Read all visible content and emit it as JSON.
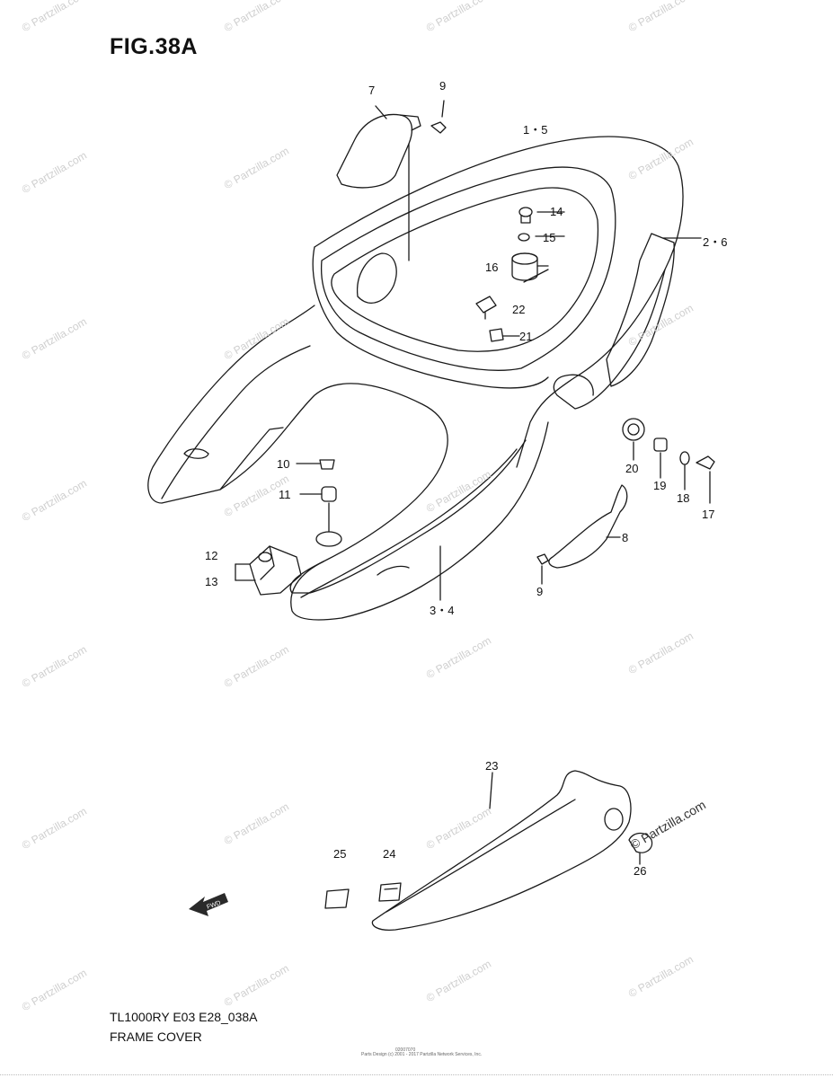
{
  "figure": {
    "title": "FIG.38A",
    "model_code": "TL1000RY E03 E28_038A",
    "section_name": "FRAME COVER",
    "fine_print_1": "Parts Design (c) 2001 - 2017 Partzilla Network Services, Inc.",
    "fine_print_2": "02007070"
  },
  "callouts": [
    {
      "id": "7",
      "label": "7"
    },
    {
      "id": "9a",
      "label": "9"
    },
    {
      "id": "1-5",
      "label": "1・5"
    },
    {
      "id": "14",
      "label": "14"
    },
    {
      "id": "15",
      "label": "15"
    },
    {
      "id": "2-6",
      "label": "2・6"
    },
    {
      "id": "16",
      "label": "16"
    },
    {
      "id": "22",
      "label": "22"
    },
    {
      "id": "21",
      "label": "21"
    },
    {
      "id": "10",
      "label": "10"
    },
    {
      "id": "11",
      "label": "11"
    },
    {
      "id": "20",
      "label": "20"
    },
    {
      "id": "19",
      "label": "19"
    },
    {
      "id": "18",
      "label": "18"
    },
    {
      "id": "17",
      "label": "17"
    },
    {
      "id": "8",
      "label": "8"
    },
    {
      "id": "12",
      "label": "12"
    },
    {
      "id": "13",
      "label": "13"
    },
    {
      "id": "9b",
      "label": "9"
    },
    {
      "id": "3-4",
      "label": "3・4"
    },
    {
      "id": "23",
      "label": "23"
    },
    {
      "id": "25",
      "label": "25"
    },
    {
      "id": "24",
      "label": "24"
    },
    {
      "id": "26",
      "label": "26"
    }
  ],
  "watermark": {
    "text": "© Partzilla.com",
    "large_text": "© Partzilla.com"
  },
  "colors": {
    "line": "#1a1a1a",
    "watermark": "#cfcfcf"
  }
}
